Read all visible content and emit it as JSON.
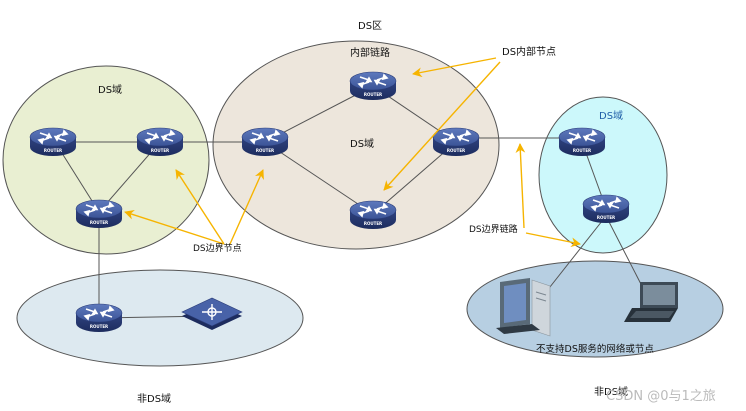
{
  "labels": {
    "ds_zone_title": "DS区",
    "internal_link": "内部链路",
    "ds_internal_node": "DS内部节点",
    "ds_domain_left": "DS域",
    "ds_domain_center": "DS域",
    "ds_domain_right": "DS域",
    "ds_boundary_node": "DS边界节点",
    "ds_boundary_link": "DS边界链路",
    "non_ds_domain_left": "非DS域",
    "non_ds_domain_right": "非DS域",
    "unsupported_nodes": "不支持DS服务的网络或节点"
  },
  "router_caption": "ROUTER",
  "watermark": "CSDN @0与1之旅",
  "colors": {
    "left_domain_fill": "#e9efd2",
    "center_zone_fill": "#ede6dc",
    "right_domain_fill": "#ccf8fb",
    "bottom_left_fill": "#dde9f0",
    "bottom_right_fill": "#b7cfe2",
    "arrow": "#f6b400",
    "router_body": "#3a4f8f",
    "link": "#555555"
  }
}
